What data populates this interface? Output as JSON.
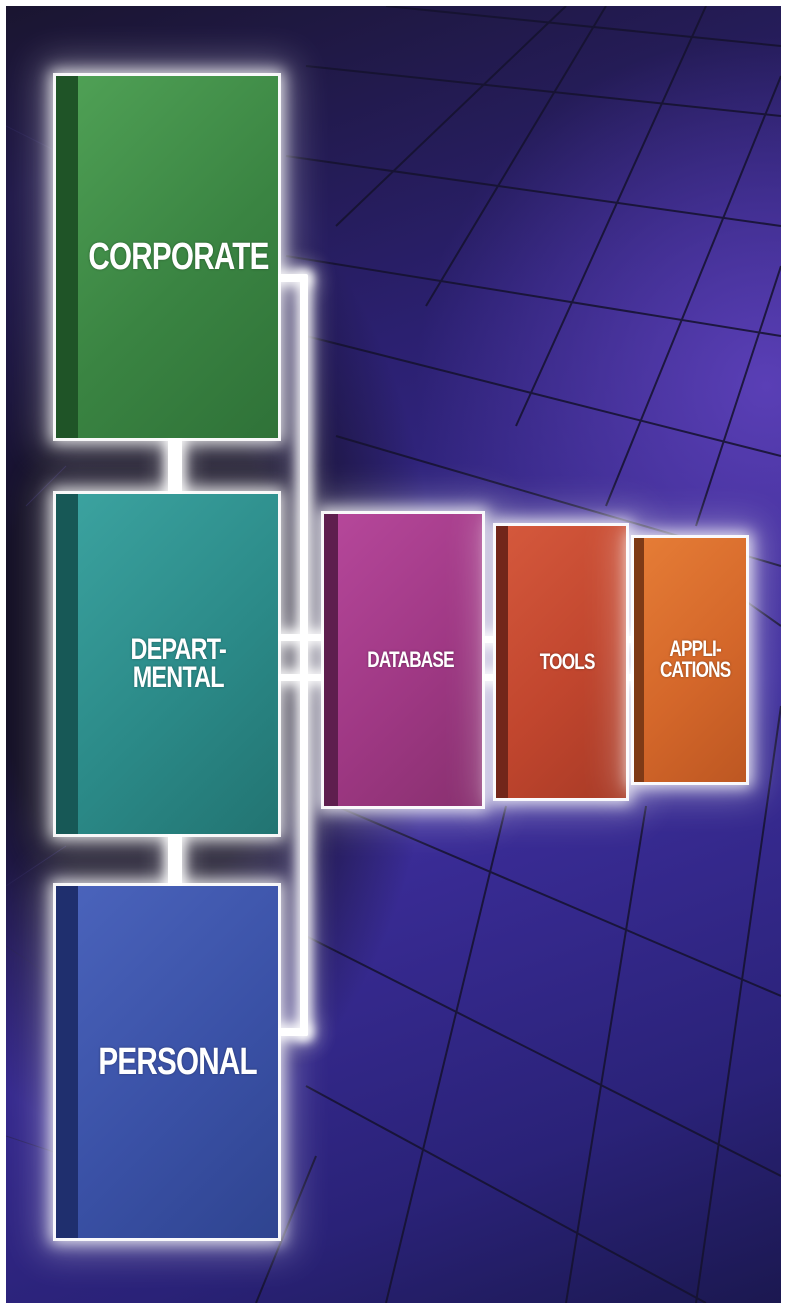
{
  "diagram": {
    "blocks": {
      "corporate": {
        "label": "CORPORATE",
        "color": "#3f8a46"
      },
      "departmental": {
        "label": "DEPART-\nMENTAL",
        "color": "#2f8e8c"
      },
      "personal": {
        "label": "PERSONAL",
        "color": "#3b52a8"
      },
      "database": {
        "label": "DATABASE",
        "color": "#a13a86"
      },
      "tools": {
        "label": "TOOLS",
        "color": "#c4482f"
      },
      "applications": {
        "label": "APPLI-\nCATIONS",
        "color": "#d86a2b"
      }
    },
    "background": {
      "color": "#3a2c96",
      "grid_color": "#1a1640"
    }
  }
}
